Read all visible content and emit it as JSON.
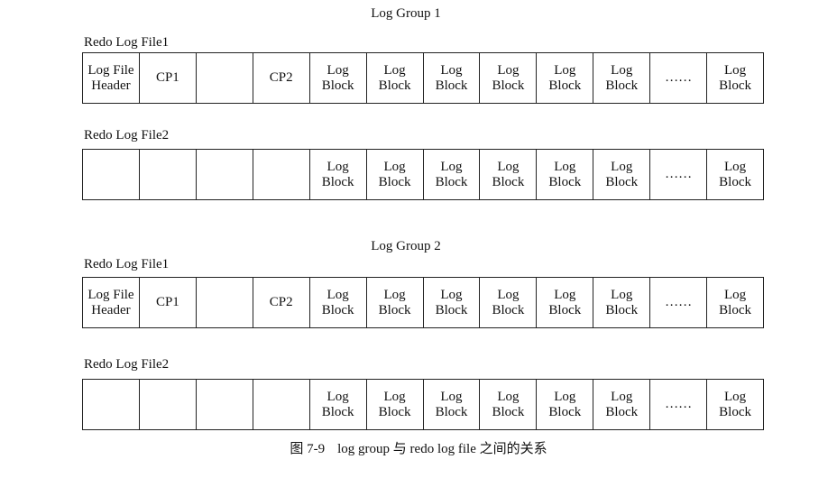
{
  "groups": [
    {
      "title": "Log Group 1",
      "files": [
        {
          "label": "Redo Log File1",
          "cells": [
            "Log File\nHeader",
            "CP1",
            "",
            "CP2",
            "Log\nBlock",
            "Log\nBlock",
            "Log\nBlock",
            "Log\nBlock",
            "Log\nBlock",
            "Log\nBlock",
            "……",
            "Log\nBlock"
          ]
        },
        {
          "label": "Redo Log File2",
          "cells": [
            "",
            "",
            "",
            "",
            "Log\nBlock",
            "Log\nBlock",
            "Log\nBlock",
            "Log\nBlock",
            "Log\nBlock",
            "Log\nBlock",
            "……",
            "Log\nBlock"
          ]
        }
      ]
    },
    {
      "title": "Log Group 2",
      "files": [
        {
          "label": "Redo Log File1",
          "cells": [
            "Log File\nHeader",
            "CP1",
            "",
            "CP2",
            "Log\nBlock",
            "Log\nBlock",
            "Log\nBlock",
            "Log\nBlock",
            "Log\nBlock",
            "Log\nBlock",
            "……",
            "Log\nBlock"
          ]
        },
        {
          "label": "Redo Log File2",
          "cells": [
            "",
            "",
            "",
            "",
            "Log\nBlock",
            "Log\nBlock",
            "Log\nBlock",
            "Log\nBlock",
            "Log\nBlock",
            "Log\nBlock",
            "……",
            "Log\nBlock"
          ]
        }
      ]
    }
  ],
  "caption": {
    "number": "图 7-9",
    "text": "log group 与 redo log file 之间的关系"
  }
}
